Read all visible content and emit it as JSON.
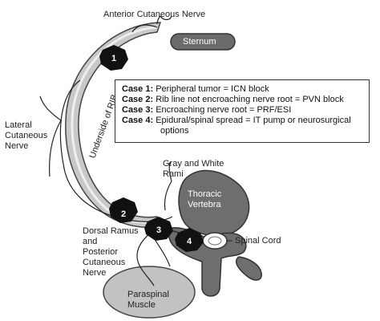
{
  "labels": {
    "anterior_cutaneous_nerve": "Anterior Cutaneous Nerve",
    "sternum": "Sternum",
    "underside_of_rib": "Underside of RIB",
    "lateral_cutaneous_nerve": [
      "Lateral",
      "Cutaneous",
      "Nerve"
    ],
    "gray_white_rami": [
      "Gray and White",
      "Rami"
    ],
    "thoracic_vertebra": [
      "Thoracic",
      "Vertebra"
    ],
    "dorsal_ramus": [
      "Dorsal Ramus",
      "and",
      "Posterior",
      "Cutaneous",
      "Nerve"
    ],
    "spinal_cord": "Spinal Cord",
    "paraspinal_muscle": [
      "Paraspinal",
      "Muscle"
    ]
  },
  "markers": [
    "1",
    "2",
    "3",
    "4"
  ],
  "cases": [
    {
      "label": "Case 1:",
      "text": "Peripheral tumor = ICN block",
      "cont": ""
    },
    {
      "label": "Case 2:",
      "text": "Rib line not encroaching nerve root = PVN block",
      "cont": ""
    },
    {
      "label": "Case 3:",
      "text": "Encroaching nerve root = PRF/ESI",
      "cont": ""
    },
    {
      "label": "Case 4:",
      "text": "Epidural/spinal spread = IT pump or neurosurgical",
      "cont": "options"
    }
  ],
  "colors": {
    "rib_fill": "#c8c8c8",
    "rib_stroke": "#444444",
    "vertebra_fill": "#6e6e6e",
    "sternum_fill": "#6b6b6b",
    "muscle_fill": "#c2c2c2",
    "tumor_fill": "#111111"
  }
}
